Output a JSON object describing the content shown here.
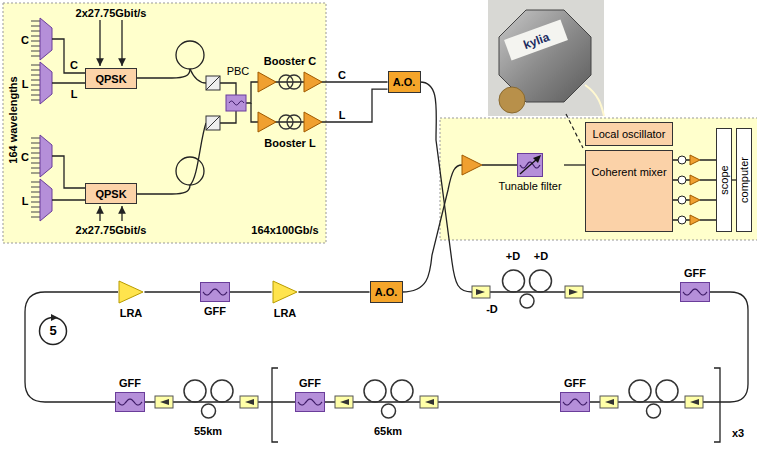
{
  "diagram": {
    "nodes": [
      {
        "text": [
          "QPSK"
        ]
      },
      {
        "text": [
          "QPSK"
        ]
      },
      {
        "text": [
          "Booster C"
        ]
      },
      {
        "text": [
          "Booster L"
        ]
      },
      {
        "text": [
          "A.O."
        ]
      },
      {
        "text": [
          "Local oscillator"
        ]
      },
      {
        "text": [
          "Coherent mixer"
        ]
      },
      {
        "text": [
          "scope"
        ]
      },
      {
        "text": [
          "computer"
        ]
      },
      {
        "text": [
          "Tunable filter"
        ]
      },
      {
        "text": [
          "GFF"
        ]
      },
      {
        "text": [
          "5"
        ]
      },
      {
        "text": [
          "LRA"
        ]
      },
      {
        "text": [
          "GFF"
        ]
      },
      {
        "text": [
          "LRA"
        ]
      },
      {
        "text": [
          "A.O."
        ]
      },
      {
        "text": [
          "GFF"
        ]
      },
      {
        "text": [
          "GFF"
        ]
      },
      {
        "text": [
          "GFF"
        ]
      }
    ],
    "edges": [
      {
        "from": 2,
        "to": 4,
        "arrow": "none"
      },
      {
        "from": 3,
        "to": 4,
        "arrow": "none"
      },
      {
        "from": 9,
        "to": 6,
        "arrow": "none"
      },
      {
        "from": 12,
        "to": 13,
        "arrow": "none"
      },
      {
        "from": 13,
        "to": 14,
        "arrow": "none"
      },
      {
        "from": 14,
        "to": 15,
        "arrow": "none"
      }
    ],
    "labels": [
      "164 wavelengths",
      "C",
      "L",
      "C",
      "L",
      "C",
      "L",
      "2x27.75Gbit/s",
      "2x27.75Gbit/s",
      "PBC",
      "164x100Gb/s",
      "C",
      "L",
      "+D",
      "+D",
      "-D",
      "55km",
      "65km",
      "x3",
      "kylia"
    ]
  }
}
